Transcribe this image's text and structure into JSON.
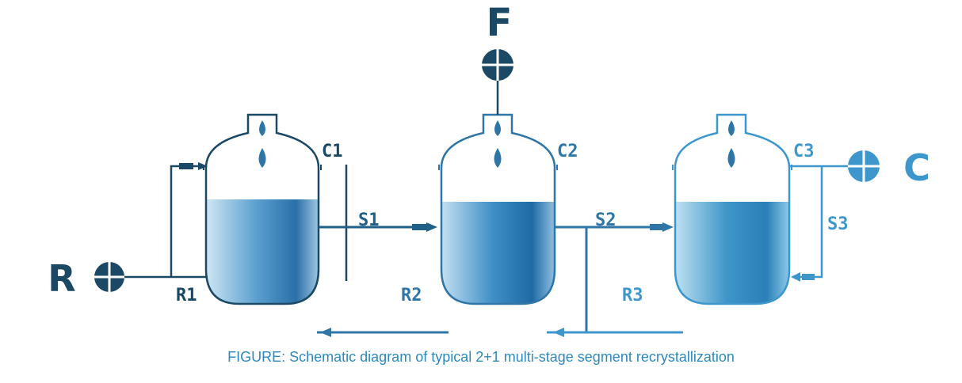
{
  "colors": {
    "dark": "#1b4965",
    "mid": "#2f76a6",
    "light": "#3d97cc",
    "caption": "#2d89bd"
  },
  "stream_labels": {
    "feed": "F",
    "raffinate": "R",
    "crystal": "C"
  },
  "vessel_labels": {
    "c1": "C1",
    "c2": "C2",
    "c3": "C3",
    "s1": "S1",
    "s2": "S2",
    "s3": "S3",
    "r1": "R1",
    "r2": "R2",
    "r3": "R3"
  },
  "caption": "FIGURE: Schematic diagram of typical 2+1 multi-stage segment recrystallization"
}
